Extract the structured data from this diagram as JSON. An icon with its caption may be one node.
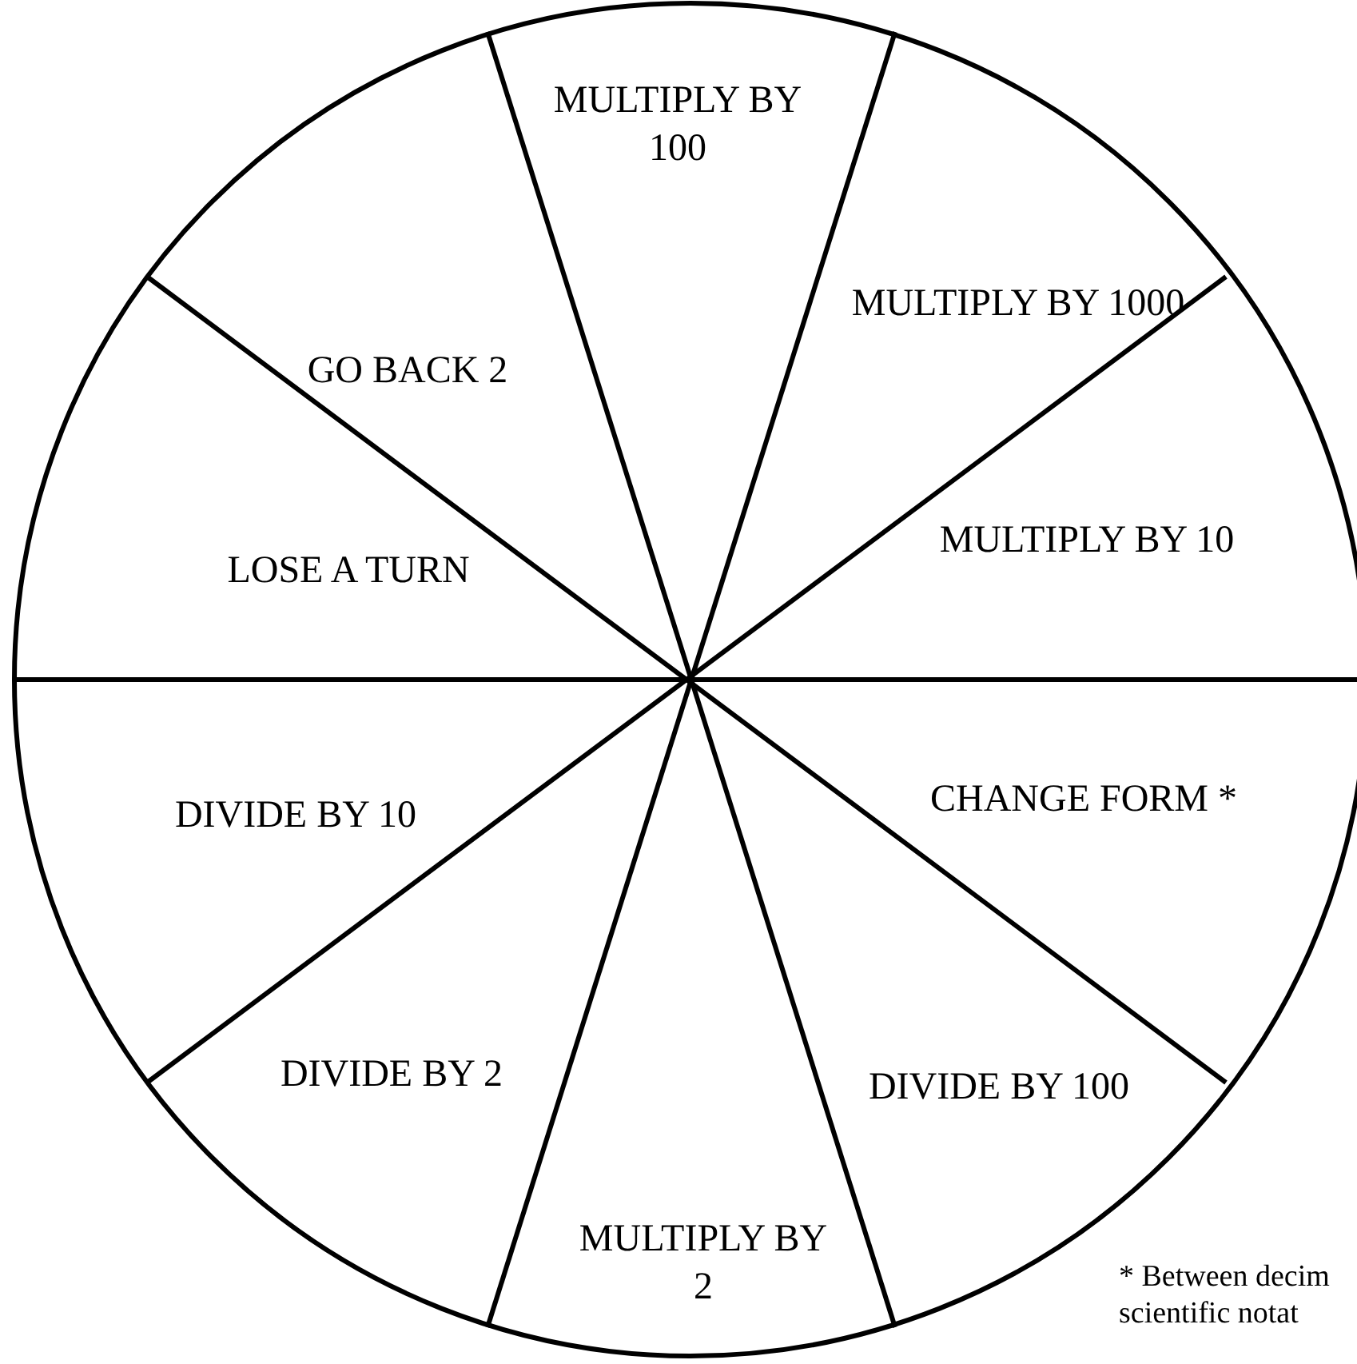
{
  "diagram": {
    "nodes": [
      {
        "text": [
          "MULTIPLY BY 100"
        ]
      },
      {
        "text": [
          "GO BACK 2"
        ]
      },
      {
        "text": [
          "MULTIPLY BY 1000"
        ]
      },
      {
        "text": [
          "LOSE A TURN"
        ]
      },
      {
        "text": [
          "MULTIPLY BY 10"
        ]
      },
      {
        "text": [
          "DIVIDE BY 10"
        ]
      },
      {
        "text": [
          "CHANGE FORM *"
        ]
      },
      {
        "text": [
          "DIVIDE BY 2"
        ]
      },
      {
        "text": [
          "DIVIDE BY 100"
        ]
      },
      {
        "text": [
          "MULTIPLY BY 2"
        ]
      }
    ],
    "labels": [
      "* Between decim scientific notat"
    ]
  }
}
